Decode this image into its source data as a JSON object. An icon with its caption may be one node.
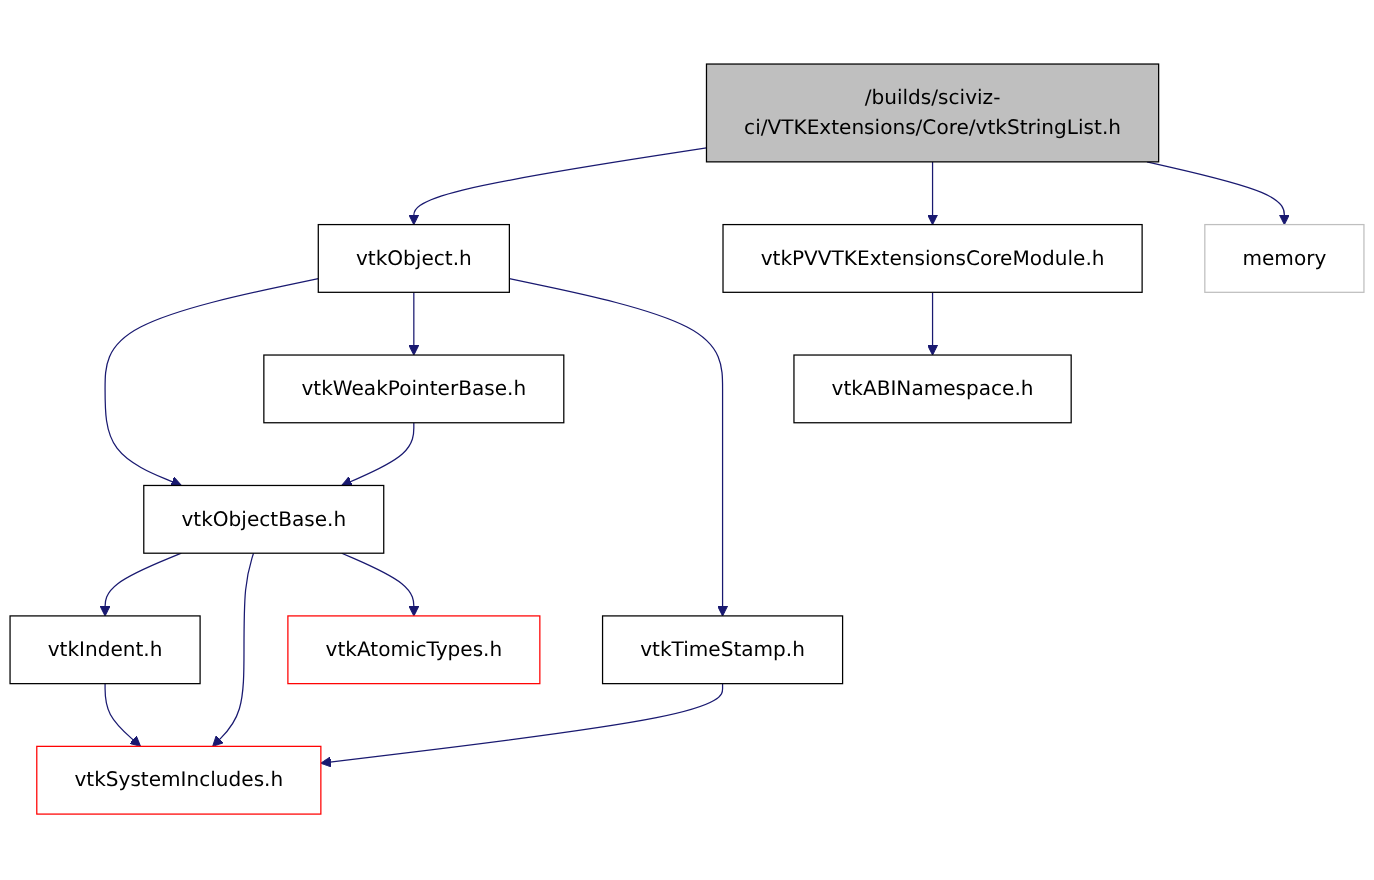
{
  "diagram": {
    "nodes": [
      {
        "text": [
          "/builds/sciviz-ci/VTKExtensions/Core/vtkStringList.h"
        ]
      },
      {
        "text": [
          "vtkObject.h"
        ]
      },
      {
        "text": [
          "vtkPVVTKExtensionsCoreModule.h"
        ]
      },
      {
        "text": [
          "memory"
        ]
      },
      {
        "text": [
          "vtkWeakPointerBase.h"
        ]
      },
      {
        "text": [
          "vtkABINamespace.h"
        ]
      },
      {
        "text": [
          "vtkObjectBase.h"
        ]
      },
      {
        "text": [
          "vtkTimeStamp.h"
        ]
      },
      {
        "text": [
          "vtkIndent.h"
        ]
      },
      {
        "text": [
          "vtkAtomicTypes.h"
        ]
      },
      {
        "text": [
          "vtkSystemIncludes.h"
        ]
      }
    ],
    "edges": [
      {
        "from": 0,
        "to": 1,
        "arrow": "to"
      },
      {
        "from": 0,
        "to": 2,
        "arrow": "to"
      },
      {
        "from": 0,
        "to": 3,
        "arrow": "to"
      },
      {
        "from": 1,
        "to": 6,
        "arrow": "to"
      },
      {
        "from": 1,
        "to": 4,
        "arrow": "to"
      },
      {
        "from": 1,
        "to": 7,
        "arrow": "to"
      },
      {
        "from": 2,
        "to": 5,
        "arrow": "to"
      },
      {
        "from": 4,
        "to": 6,
        "arrow": "to"
      },
      {
        "from": 6,
        "to": 8,
        "arrow": "to"
      },
      {
        "from": 6,
        "to": 10,
        "arrow": "to"
      },
      {
        "from": 6,
        "to": 9,
        "arrow": "to"
      },
      {
        "from": 7,
        "to": 10,
        "arrow": "to"
      },
      {
        "from": 8,
        "to": 10,
        "arrow": "to"
      }
    ]
  }
}
